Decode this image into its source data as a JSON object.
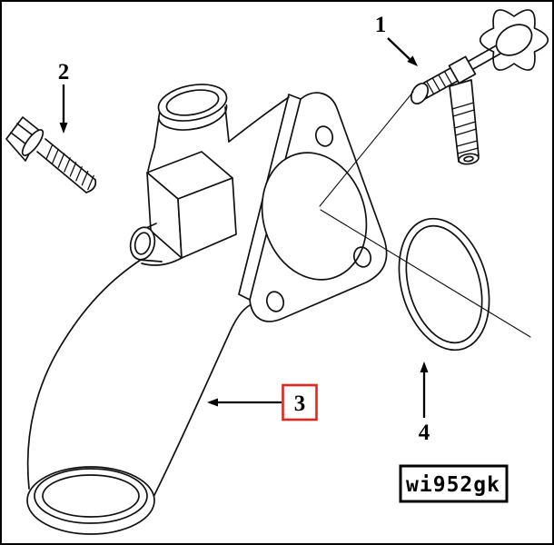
{
  "callouts": {
    "1": {
      "label": "1"
    },
    "2": {
      "label": "2"
    },
    "3": {
      "label": "3"
    },
    "4": {
      "label": "4"
    }
  },
  "watermark": {
    "text": "wi952gk"
  },
  "colors": {
    "line": "#000000",
    "highlight": "#e8231a",
    "background": "#ffffff"
  }
}
